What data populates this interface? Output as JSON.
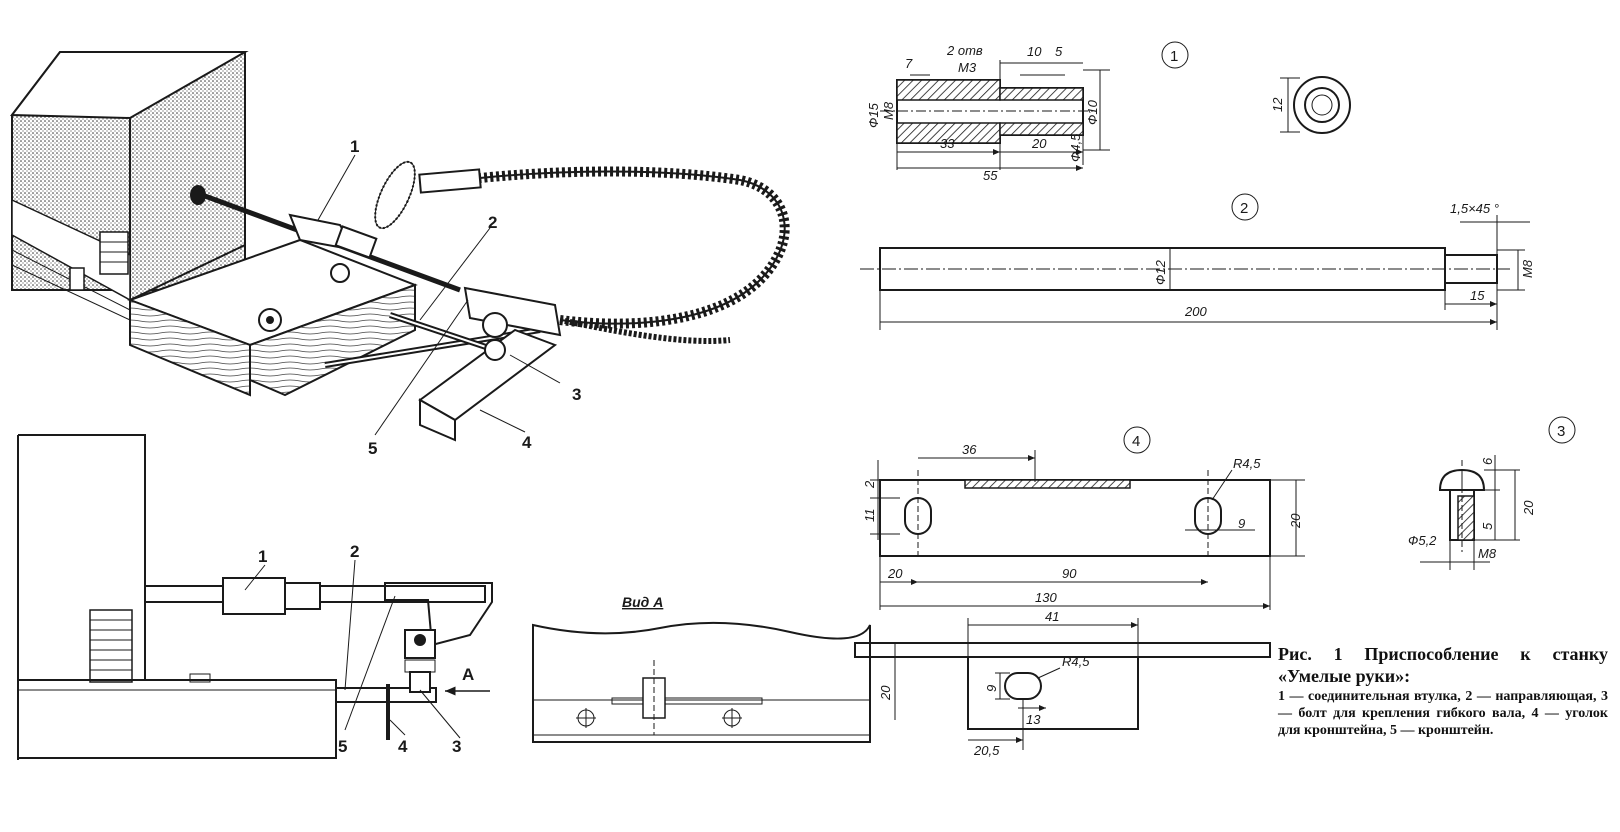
{
  "callouts": {
    "one": "1",
    "two": "2",
    "three": "3",
    "four": "4",
    "five": "5"
  },
  "circled": {
    "part1": "1",
    "part2": "2",
    "part3": "3",
    "part4": "4"
  },
  "view_label": "Вид А",
  "arrow_label": "А",
  "dims": {
    "p1_7": "7",
    "p1_holes": "2 отв",
    "p1_m3": "М3",
    "p1_10": "10",
    "p1_5": "5",
    "p1_d15": "Ф15",
    "p1_m8": "М8",
    "p1_d10": "Ф10",
    "p1_d45": "Ф4,5",
    "p1_33": "33",
    "p1_20": "20",
    "p1_55": "55",
    "p1_12": "12",
    "p2_chamfer": "1,5×45 °",
    "p2_d12": "Ф12",
    "p2_m8": "М8",
    "p2_15": "15",
    "p2_200": "200",
    "p4_36": "36",
    "p4_r45": "R4,5",
    "p4_2": "2",
    "p4_11": "11",
    "p4_9": "9",
    "p4_20h": "20",
    "p4_20": "20",
    "p4_90": "90",
    "p4_130": "130",
    "p4b_41": "41",
    "p4b_r45": "R4,5",
    "p4b_20": "20",
    "p4b_9": "9",
    "p4b_13": "13",
    "p4b_205": "20,5",
    "p3_6": "6",
    "p3_20": "20",
    "p3_5": "5",
    "p3_d52": "Ф5,2",
    "p3_m8": "М8"
  },
  "caption": {
    "title": "Рис. 1 Приспособление к станку «Умелые руки»:",
    "body": "1 — соединительная втулка, 2 — направляющая, 3 — болт для крепления гибкого вала, 4 — уголок для кронштейна, 5 — кронштейн."
  }
}
